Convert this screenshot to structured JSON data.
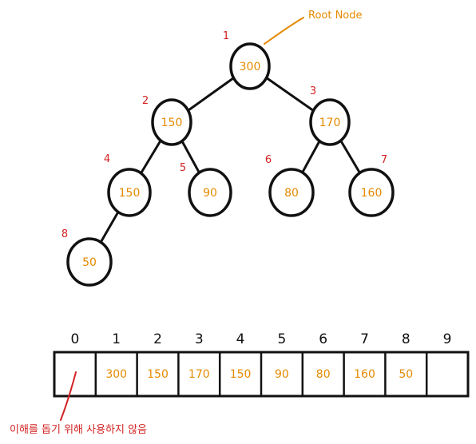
{
  "root_annotation": "Root Node",
  "unused_note": "이해를 돕기 위해 사용하지 않음",
  "colors": {
    "stroke": "#111111",
    "value": "#e58a00",
    "index": "#d32222"
  },
  "tree": {
    "nodes": [
      {
        "index": "1",
        "value": "300"
      },
      {
        "index": "2",
        "value": "150"
      },
      {
        "index": "3",
        "value": "170"
      },
      {
        "index": "4",
        "value": "150"
      },
      {
        "index": "5",
        "value": "90"
      },
      {
        "index": "6",
        "value": "80"
      },
      {
        "index": "7",
        "value": "160"
      },
      {
        "index": "8",
        "value": "50"
      }
    ],
    "edges": [
      [
        1,
        2
      ],
      [
        1,
        3
      ],
      [
        2,
        4
      ],
      [
        2,
        5
      ],
      [
        3,
        6
      ],
      [
        3,
        7
      ],
      [
        4,
        8
      ]
    ]
  },
  "array": {
    "indices": [
      "0",
      "1",
      "2",
      "3",
      "4",
      "5",
      "6",
      "7",
      "8",
      "9"
    ],
    "cells": [
      "",
      "300",
      "150",
      "170",
      "150",
      "90",
      "80",
      "160",
      "50",
      ""
    ]
  }
}
